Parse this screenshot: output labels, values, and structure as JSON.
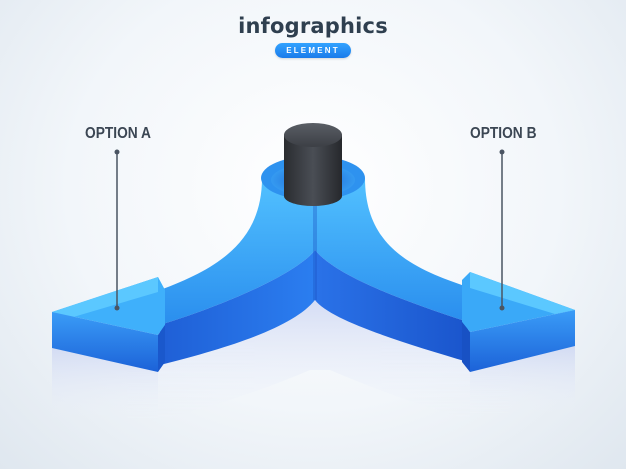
{
  "header": {
    "title": "infographics",
    "badge": "ELEMENT"
  },
  "options": [
    {
      "label": "OPTION A"
    },
    {
      "label": "OPTION B"
    }
  ],
  "colors": {
    "arrow_top": "#2f9cf0",
    "arrow_mid": "#1f6fe0",
    "arrow_dark": "#1853c9",
    "cylinder": "#3a3d42",
    "label_text": "#3b4653",
    "badge": "#2590f5"
  }
}
